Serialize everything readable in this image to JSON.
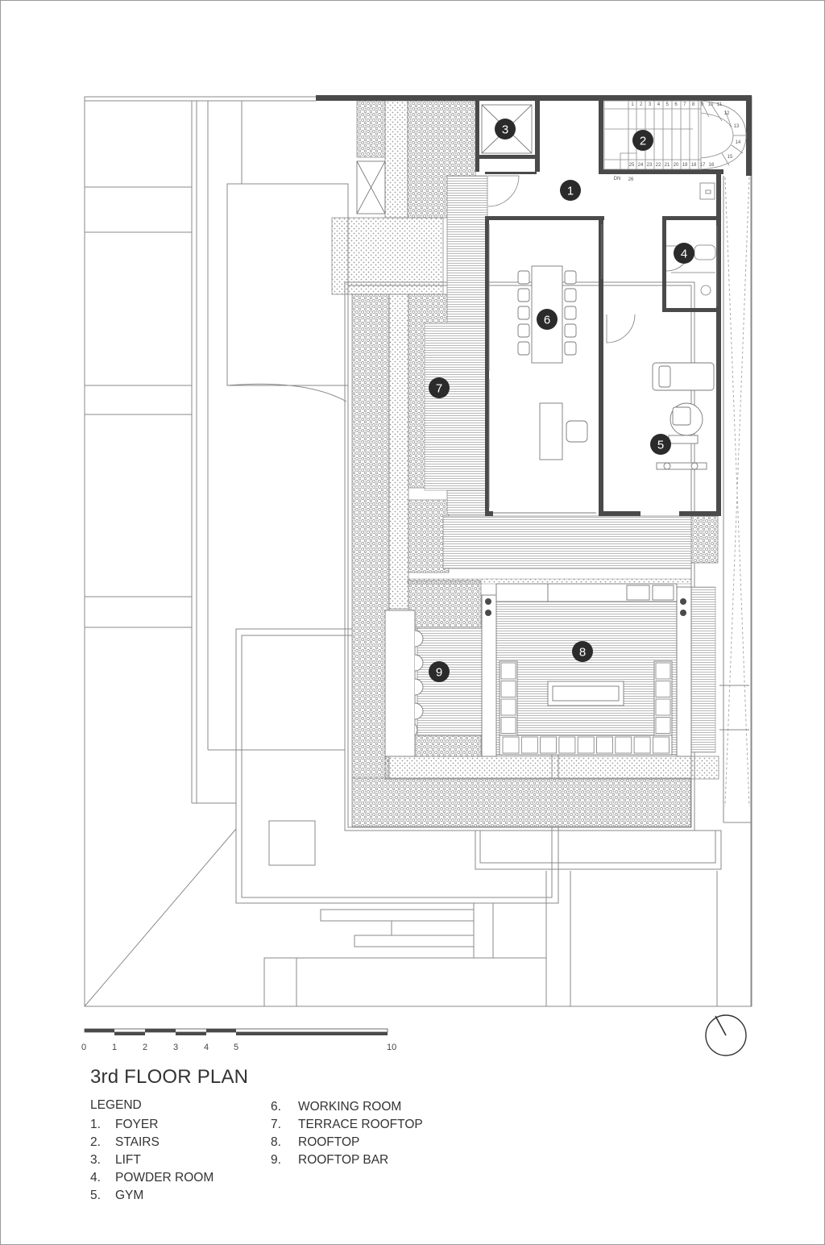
{
  "plan": {
    "title": "3rd FLOOR PLAN",
    "legend_heading": "LEGEND",
    "rooms": [
      {
        "num": "1",
        "label": "FOYER"
      },
      {
        "num": "2",
        "label": "STAIRS"
      },
      {
        "num": "3",
        "label": "LIFT"
      },
      {
        "num": "4",
        "label": "POWDER ROOM"
      },
      {
        "num": "5",
        "label": "GYM"
      },
      {
        "num": "6",
        "label": "WORKING ROOM"
      },
      {
        "num": "7",
        "label": "TERRACE ROOFTOP"
      },
      {
        "num": "8",
        "label": "ROOFTOP"
      },
      {
        "num": "9",
        "label": "ROOFTOP BAR"
      }
    ],
    "scale_labels": [
      "0",
      "1",
      "2",
      "3",
      "4",
      "5",
      "10"
    ],
    "stair_numbers_top": [
      "1",
      "2",
      "3",
      "4",
      "5",
      "6",
      "7",
      "8",
      "9",
      "10",
      "11"
    ],
    "stair_numbers_curve": [
      "12",
      "13",
      "14",
      "15"
    ],
    "stair_numbers_bottom": [
      "25",
      "24",
      "23",
      "22",
      "21",
      "20",
      "19",
      "18",
      "17",
      "16"
    ],
    "stair_dn_label": "DN",
    "stair_last_number": "26"
  },
  "colors": {
    "wall": "#4a4a4a",
    "line": "#8a8a8a",
    "marker": "#2b2b2b",
    "hatch": "#b5b5b5"
  }
}
